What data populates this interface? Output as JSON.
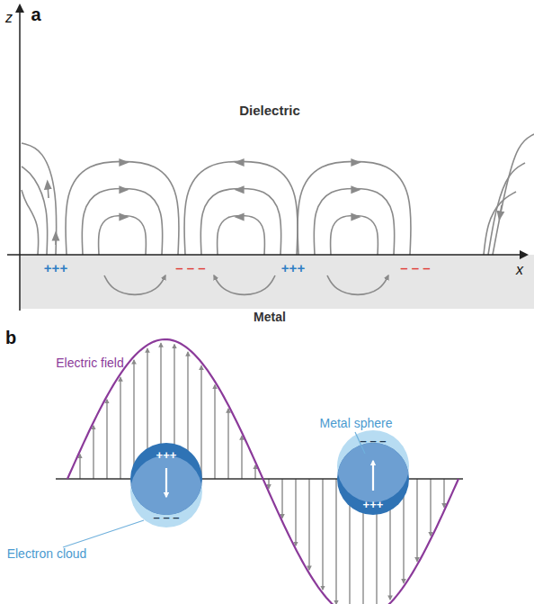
{
  "diagram": {
    "labels": [
      "a",
      "z",
      "Dielectric",
      "+++",
      "– – –",
      "+++",
      "– – –",
      "x",
      "Metal",
      "b",
      "Electric field",
      "+++",
      "– – –",
      "Metal sphere",
      "– – –",
      "+++",
      "Electron cloud"
    ]
  }
}
